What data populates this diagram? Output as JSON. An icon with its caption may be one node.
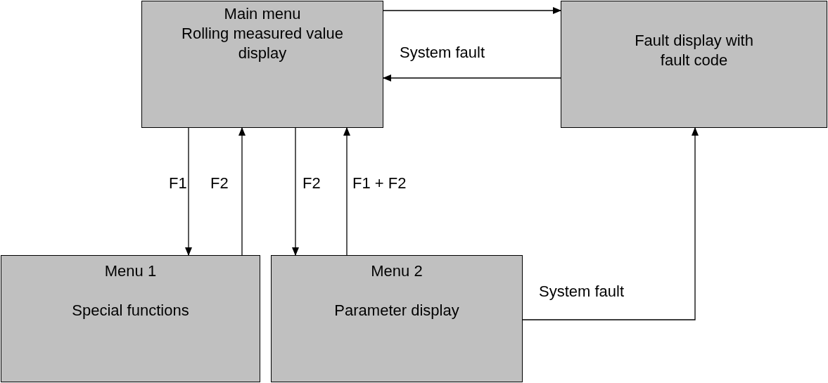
{
  "diagram": {
    "nodes": [
      {
        "text": [
          "Main menu",
          "Rolling measured value display"
        ]
      },
      {
        "text": [
          "Fault display with fault code"
        ]
      },
      {
        "text": [
          "Menu 1",
          "Special functions"
        ]
      },
      {
        "text": [
          "Menu 2",
          "Parameter display"
        ]
      }
    ],
    "edges": [
      {
        "from": 0,
        "to": 1,
        "arrow": "to"
      },
      {
        "from": 1,
        "to": 0,
        "arrow": "to",
        "label": "System fault"
      },
      {
        "from": 0,
        "to": 2,
        "arrow": "to",
        "label": "F1"
      },
      {
        "from": 2,
        "to": 0,
        "arrow": "to",
        "label": "F2"
      },
      {
        "from": 0,
        "to": 3,
        "arrow": "to",
        "label": "F2"
      },
      {
        "from": 3,
        "to": 0,
        "arrow": "to",
        "label": "F1 + F2"
      },
      {
        "from": 3,
        "to": 1,
        "arrow": "to",
        "label": "System fault"
      }
    ]
  }
}
